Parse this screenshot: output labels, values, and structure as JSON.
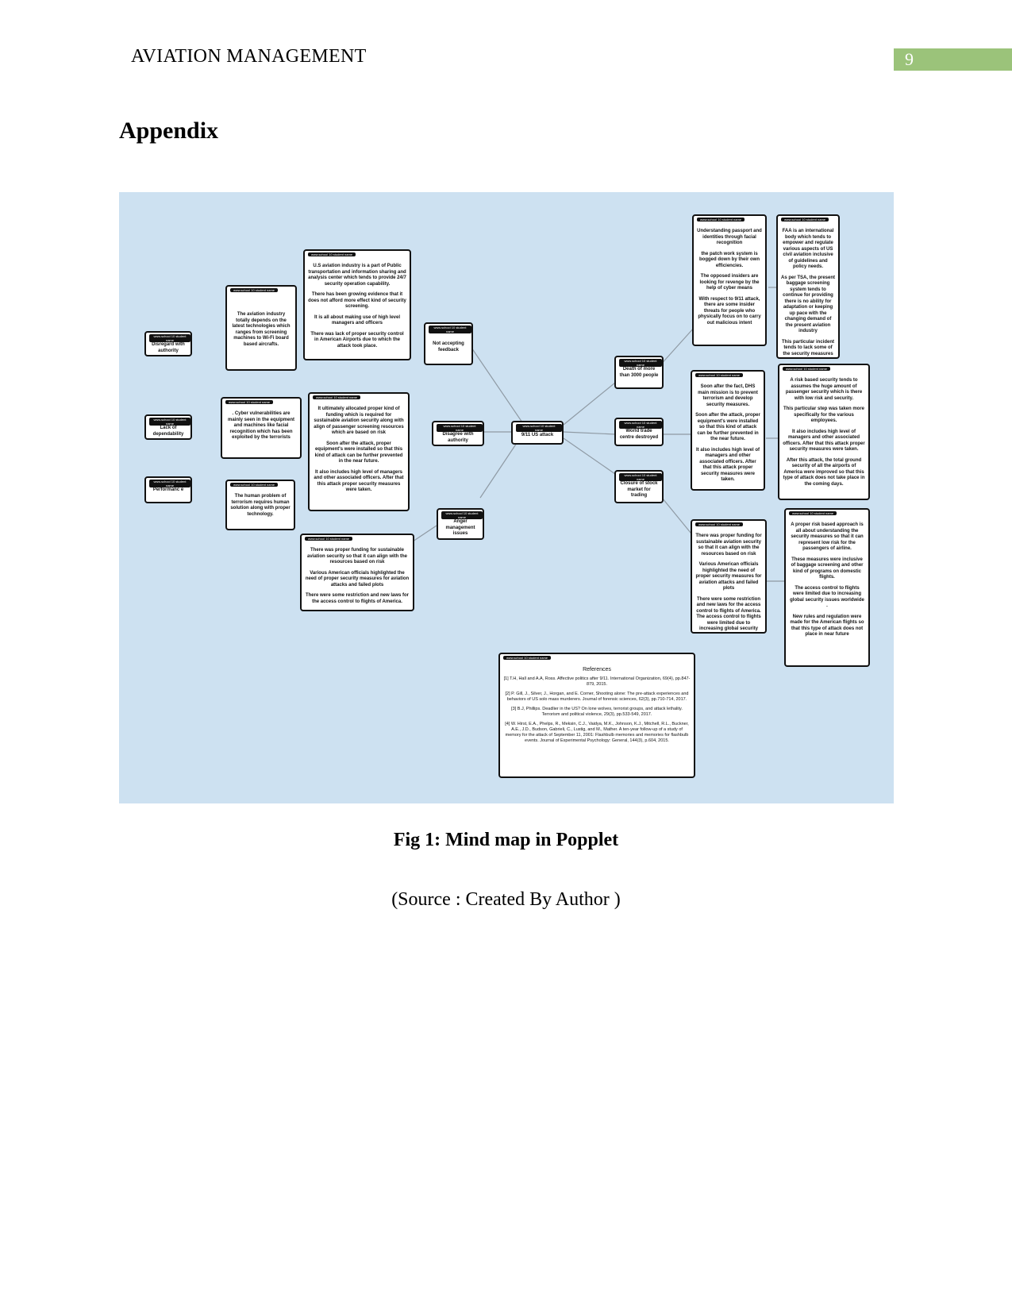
{
  "header": {
    "title": "AVIATION MANAGEMENT",
    "page_number": "9"
  },
  "heading": "Appendix",
  "mindmap": {
    "tag": "www.school 10 student name",
    "center": "9/11 US attack",
    "nodes": {
      "disregard": [
        "Disregard with authority"
      ],
      "lack_dependability": [
        "Lack of dependability"
      ],
      "performance": [
        "Performanc e"
      ],
      "aviation_industry": [
        "The aviation industry totally depends on the latest technologies which ranges from screening machines to Wi-Fi board based aircrafts."
      ],
      "cyber": [
        ". Cyber vulnerabilities are mainly seen in the equipment and machines like facial recognition which has been exploited by the terrorists"
      ],
      "human_problem": [
        "The human problem of terrorism requires human solution along with proper technology."
      ],
      "us_aviation": [
        "U.S aviation industry is a part of Public transportation and information sharing and analysis center which tends to provide 24/7 security operation capability.",
        "There has been growing evidence that it does not afford more effect kind of security screening.",
        "It is all about making use of high level managers and officers",
        "There was lack of proper security control in American Airports due to which the attack took place."
      ],
      "funding_allocated": [
        "It ultimately allocated proper kind of funding which is required for sustainable aviation security along with align of passenger screening resources which are based on risk",
        "Soon after the attack, proper equipment's were installed so that this kind of attack can be further prevented in the near future.",
        "It also includes high level of managers and other associated officers. After that this attack proper security measures were taken."
      ],
      "funding_sustainable": [
        "There was proper funding for sustainable aviation security so that it can align with the resources based on risk",
        "Various American officials highlighted the need of proper security measures for aviation attacks and failed plots",
        "There were some restriction and new laws for the access control to flights of America."
      ],
      "not_accepting": [
        "Not accepting feedback"
      ],
      "disagree": [
        "Disagree with authority"
      ],
      "anger": [
        "Anger management issues"
      ],
      "death": [
        "Death of more than 3000 people"
      ],
      "wtc": [
        "World trade centre destroyed"
      ],
      "closure": [
        "Closure of stock market for trading"
      ],
      "passport": [
        "Understanding passport and identities through facial recognition",
        "the patch work system is bogged down by their own efficiencies.",
        "The opposed insiders are looking for revenge by the help of cyber means",
        "With respect to 9/11 attack, there are some insider threats for people who physically focus on to carry out malicious intent"
      ],
      "faa": [
        "FAA is an international body which tends to empower and regulate various aspects of US civil aviation inclusive of guidelines and policy needs.",
        "As per TSA, the present baggage screening system tends to continue for providing there is no ability for adaptation or keeping up pace with the changing demand of the present aviation industry",
        "This particular incident tends to lack some of the security measures with respect to access control and privileges based on data need."
      ],
      "dhs": [
        "Soon after the fact, DHS main mission is to prevent terrorism and develop security measures.",
        "Soon after the attack, proper equipment's were installed so that this kind of attack can be further prevented in the near future.",
        "It also includes high level of managers and other associated officers. After that this attack proper security measures were taken."
      ],
      "risk_based": [
        "A risk based security tends to assumes the huge amount of passenger security which is there with low risk and security.",
        "This particular step was taken more specifically for the various employees.",
        "It also includes high level of managers and other associated officers. After that this attack proper security measures were taken.",
        "After this attack, the total ground security of all the airports of America were improved so that this type of attack does not take place in the coming days."
      ],
      "funding_right": [
        "There was proper funding for sustainable aviation security so that it can align with the resources based on risk",
        "Various American officials highlighted the need of proper security measures for aviation attacks and failed plots",
        "There were some restriction and new laws for the access control to flights of America. The access control to flights were limited due to increasing global security issues worldwide"
      ],
      "risk_approach": [
        "A proper risk based approach is all about understanding the security measures so that it can represent low risk for the passengers of airline.",
        "These measures were inclusive of baggage screening and other kind of programs on domestic flights.",
        "The access control to flights were limited due to increasing global security issues worldwide .",
        "New rules and regulation were made for the American flights so that this type of attack does not place in near future"
      ]
    },
    "references": {
      "title": "References",
      "items": [
        "[1] T.H, Hall and A.A, Ross. Affective politics after 9/11. International Organization, 69(4), pp.847-879, 2015.",
        "[2] P. Gill, J., Silver, J., Horgan, and E. Corner, Shooting alone: The pre-attack experiences and behaviors of US solo mass murderers. Journal of forensic sciences, 62(3), pp.710-714, 2017.",
        "[3] B.J, Phillips. Deadlier in the US? On lone wolves, terrorist groups, and attack lethality. Terrorism and political violence, 29(3), pp.533-549, 2017.",
        "[4] W. Hirst, E.A., Phelps, R., Meksin, C.J., Vaidya, M.K., Johnson, K.J., Mitchell, R.L., Buckner, A.E., J.D., Budson, Gabrieli, C., Lustig, and M., Mather. A ten-year follow-up of a study of memory for the attack of September 11, 2001: Flashbulb memories and memories for flashbulb events. Journal of Experimental Psychology: General, 144(3), p.604, 2015."
      ]
    }
  },
  "caption": "Fig 1: Mind map in Popplet",
  "source": "(Source : Created By Author )"
}
